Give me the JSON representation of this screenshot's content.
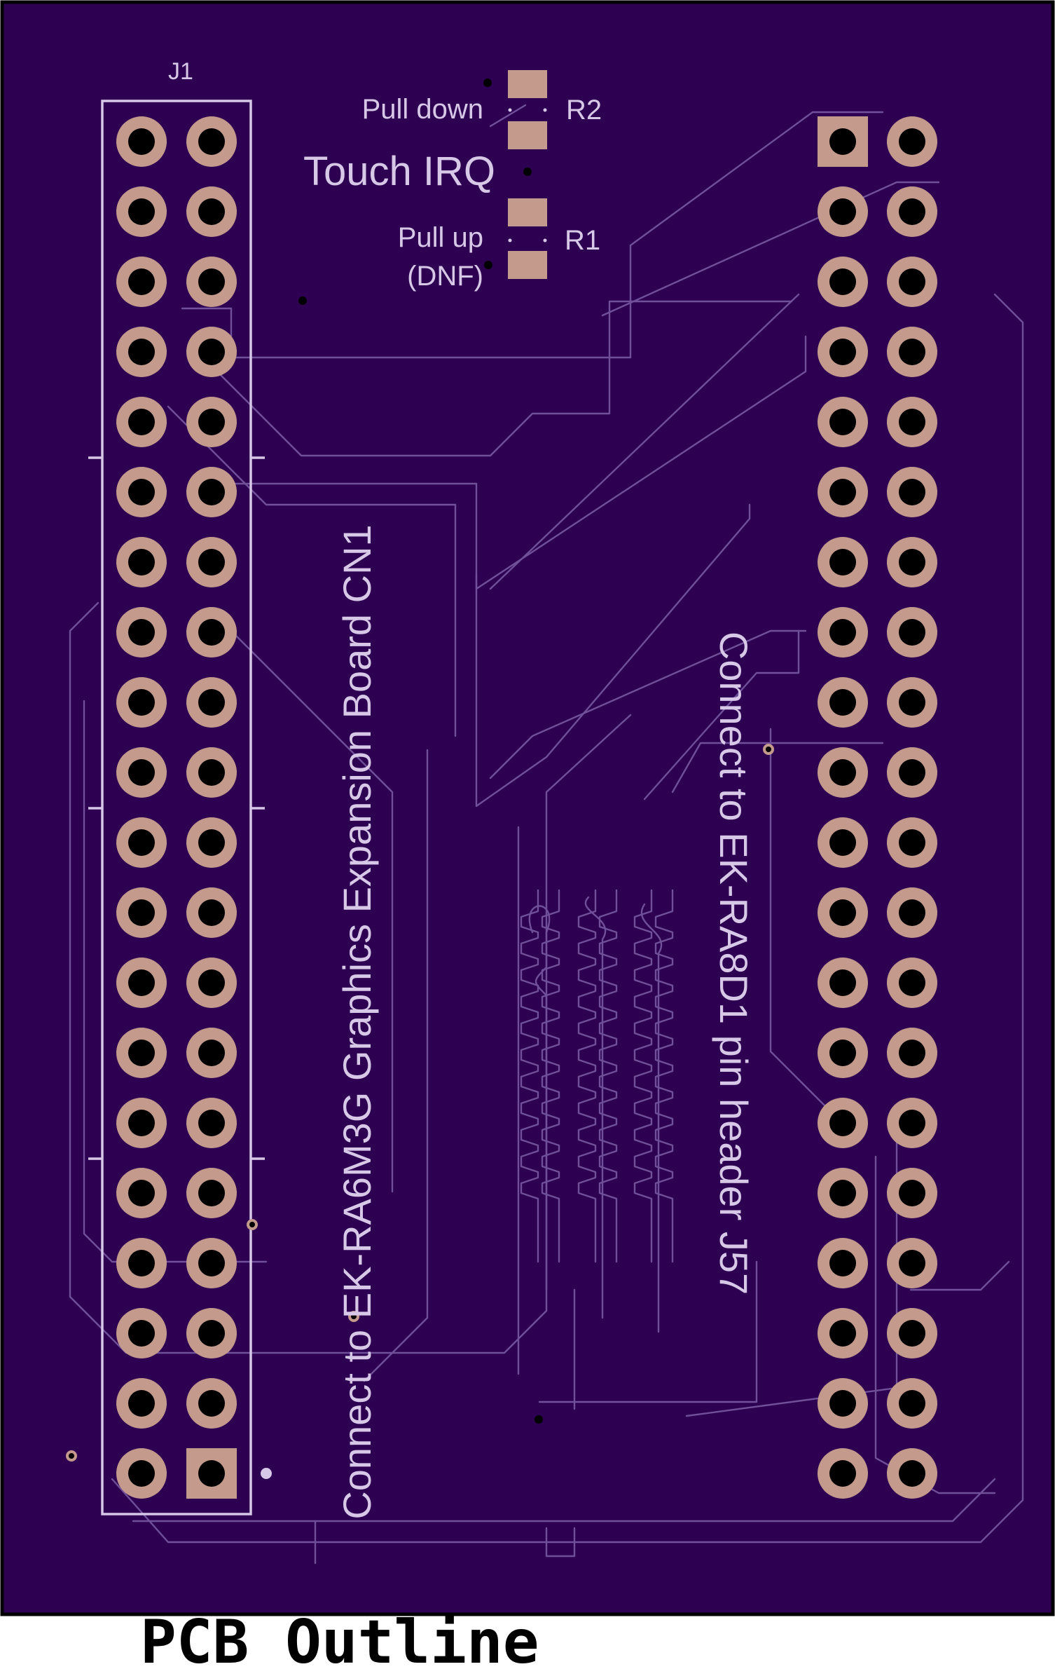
{
  "header_label": "J1",
  "resistor_top": {
    "ref": "R2",
    "label": "Pull down"
  },
  "resistor_bottom": {
    "ref": "R1",
    "label": "Pull up",
    "sublabel": "(DNF)"
  },
  "net_label": "Touch IRQ",
  "left_header_caption": "Connect to EK-RA6M3G Graphics Expansion Board CN1",
  "right_header_caption": "Connect to EK-RA8D1 pin header J57",
  "footer_caption": "PCB Outline",
  "colors": {
    "board": "#2e0052",
    "silkscreen": "#d6c8e6",
    "copper_pad": "#c49a8c",
    "trace": "#6f5099"
  },
  "connectors": {
    "left": {
      "rows": 20,
      "cols": 2,
      "square_pin": "bottom-right"
    },
    "right": {
      "rows": 20,
      "cols": 2,
      "square_pin": "top-left"
    }
  }
}
